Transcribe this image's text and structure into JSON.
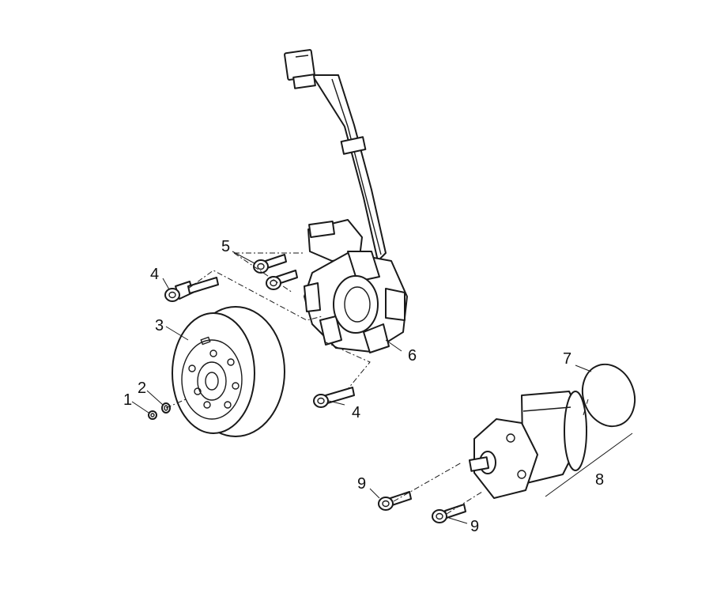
{
  "callouts": [
    {
      "id": "c1",
      "label": "1"
    },
    {
      "id": "c2",
      "label": "2"
    },
    {
      "id": "c3",
      "label": "3"
    },
    {
      "id": "c4a",
      "label": "4"
    },
    {
      "id": "c4b",
      "label": "4"
    },
    {
      "id": "c5",
      "label": "5"
    },
    {
      "id": "c6",
      "label": "6"
    },
    {
      "id": "c7",
      "label": "7"
    },
    {
      "id": "c8",
      "label": "8"
    },
    {
      "id": "c9a",
      "label": "9"
    },
    {
      "id": "c9b",
      "label": "9"
    }
  ],
  "colors": {
    "line": "#1a1a1a",
    "background": "#ffffff"
  }
}
